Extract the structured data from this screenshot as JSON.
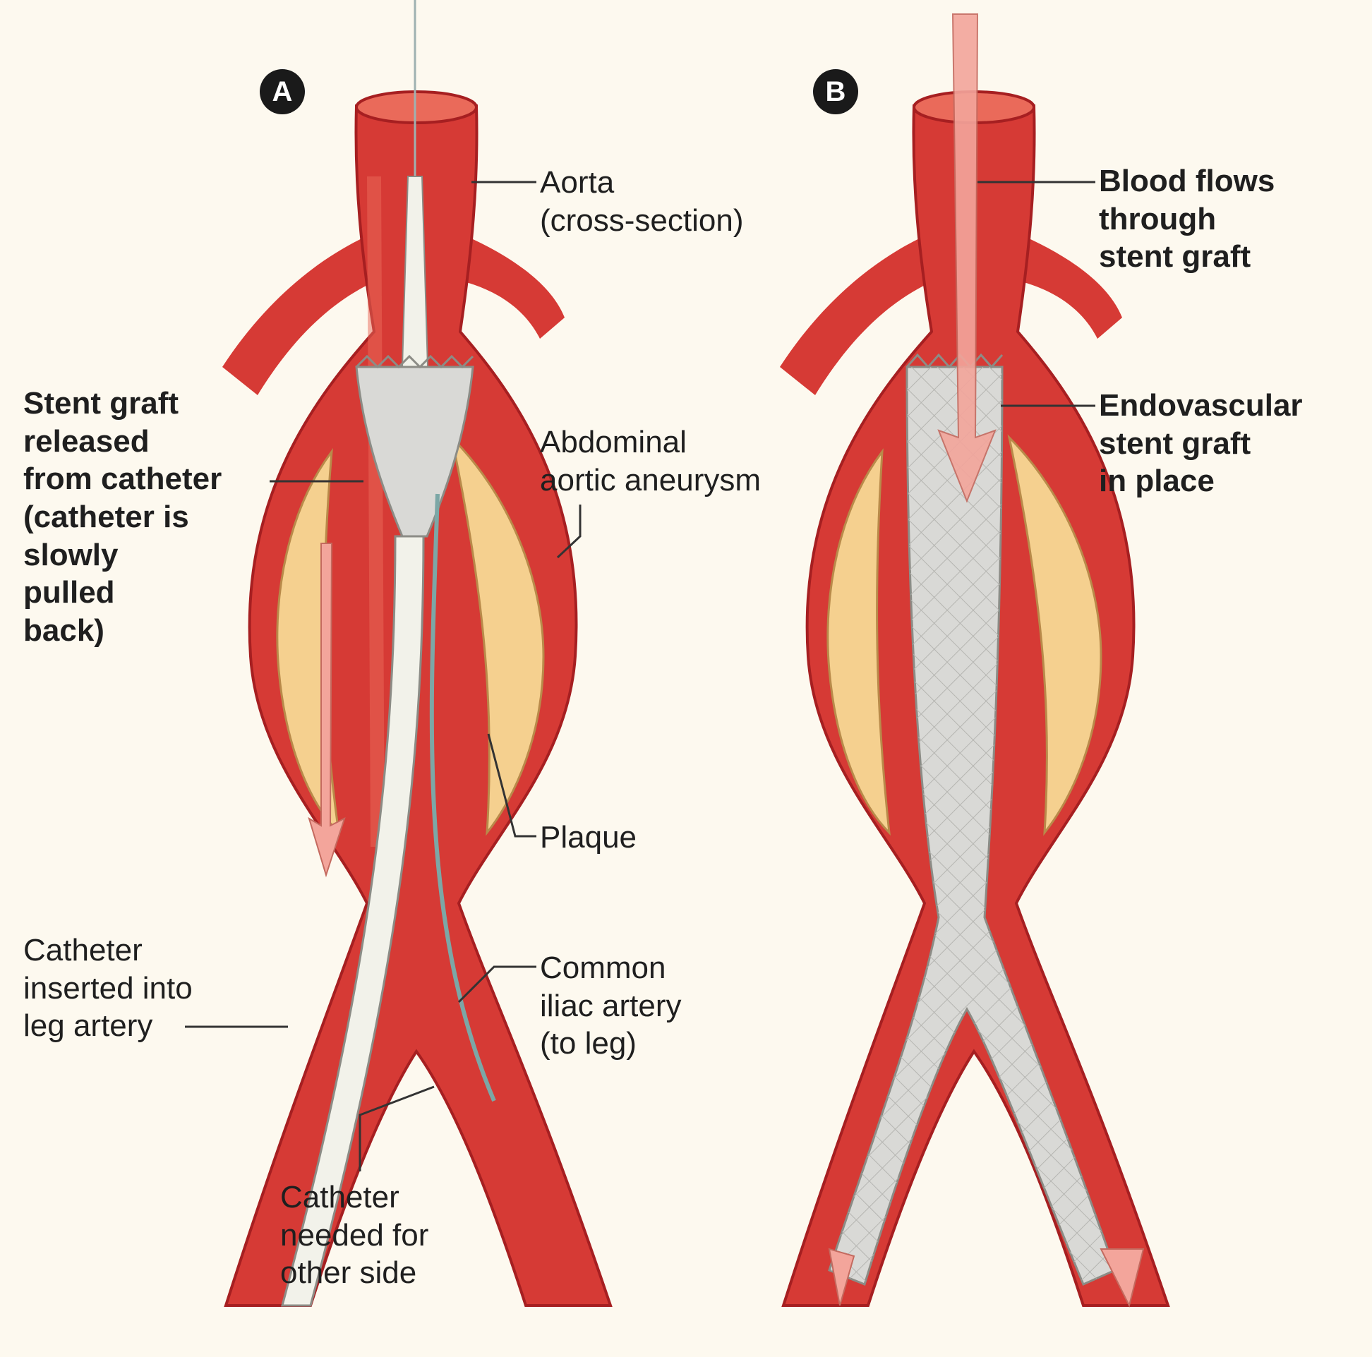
{
  "panels": {
    "a": {
      "badge": "A",
      "labels": {
        "aorta": "Aorta\n(cross-section)",
        "stent_released": "Stent graft\nreleased\nfrom catheter\n(catheter is\nslowly\npulled\nback)",
        "aneurysm": "Abdominal\naortic aneurysm",
        "plaque": "Plaque",
        "catheter_inserted": "Catheter\ninserted into\nleg artery",
        "common_iliac": "Common\niliac artery\n(to leg)",
        "catheter_other_side": "Catheter\nneeded for\nother side"
      }
    },
    "b": {
      "badge": "B",
      "labels": {
        "blood_flows": "Blood flows\nthrough\nstent graft",
        "endovascular": "Endovascular\nstent graft\nin place"
      }
    }
  },
  "colors": {
    "background": "#fdf9ef",
    "artery": "#d63a35",
    "artery_dark": "#a61f21",
    "artery_light": "#ea6a5a",
    "plaque": "#f5d08f",
    "stent": "#d9d9d6",
    "catheter": "#f2f2ea",
    "flow_arrow": "#f3a59b",
    "leader": "#333333"
  }
}
